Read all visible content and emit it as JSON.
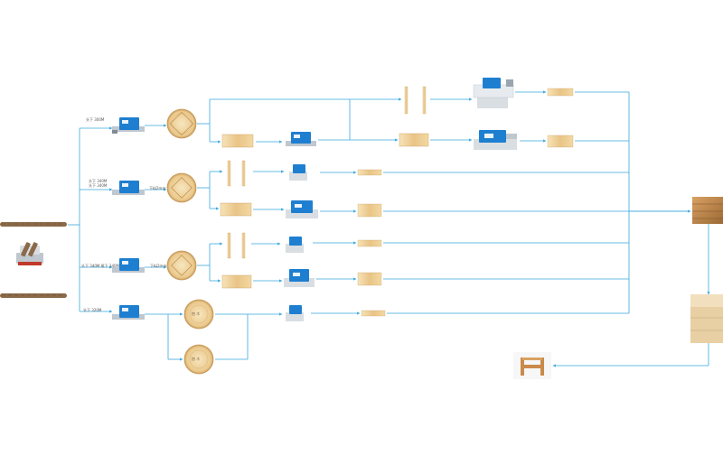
{
  "colors": {
    "line": "#39a9dc",
    "wood_light": "#f3dcaa",
    "wood_mid": "#e8c07a",
    "wood_dark": "#b98544",
    "machine_blue": "#1e7fd0",
    "machine_gray": "#bfc7cf",
    "log_bark": "#8a6a48",
    "background": "#ffffff"
  },
  "labels": {
    "row1": "头下 300M",
    "row2_a": "头下 340M",
    "row2_b": "头下 340M",
    "row2_mid": "下料2mm",
    "row3": "头下 340M 尾下 340M",
    "row3_mid": "下料2mm",
    "row4": "头下 320M",
    "log_a_mark": "刨 木",
    "log_b_mark": "刨 木"
  },
  "icons": {
    "log": "log-icon",
    "log_cross_section": "log-cross-section-icon",
    "saw_machine": "saw-machine-icon",
    "planer_machine": "planer-machine-icon",
    "board": "board-icon",
    "wood_strip": "wood-strip-icon",
    "lumber_stack": "lumber-stack-icon",
    "chair": "chair-icon"
  }
}
